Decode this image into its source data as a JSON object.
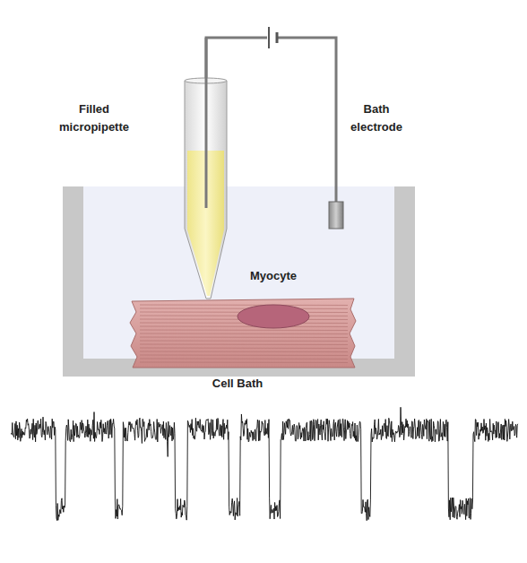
{
  "diagram": {
    "labels": [
      "Filled micropipette",
      "Bath electrode",
      "Myocyte",
      "Cell Bath"
    ]
  }
}
